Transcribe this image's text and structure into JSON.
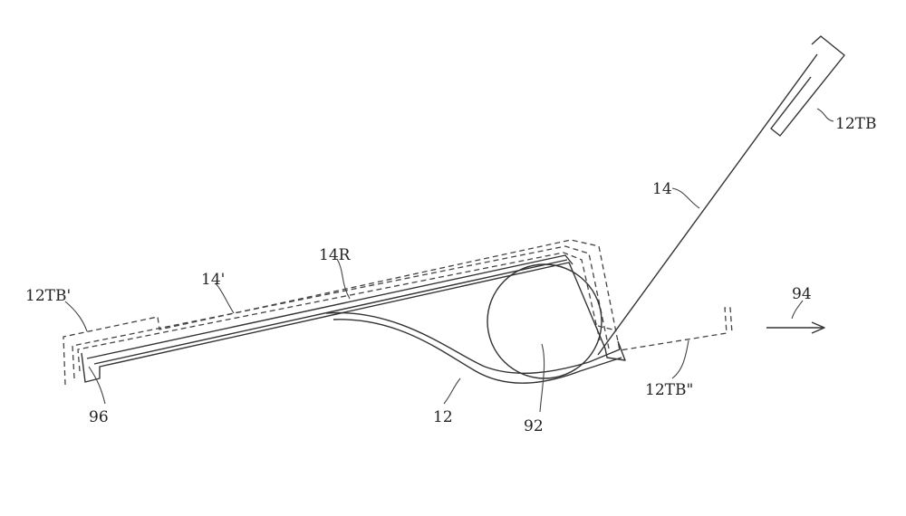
{
  "labels": {
    "l12TB": "12TB",
    "l14": "14",
    "l14R": "14R",
    "l14p": "14'",
    "l12TBp": "12TB'",
    "l94": "94",
    "l96": "96",
    "l12": "12",
    "l92": "92",
    "l12TBpp": "12TB\""
  }
}
